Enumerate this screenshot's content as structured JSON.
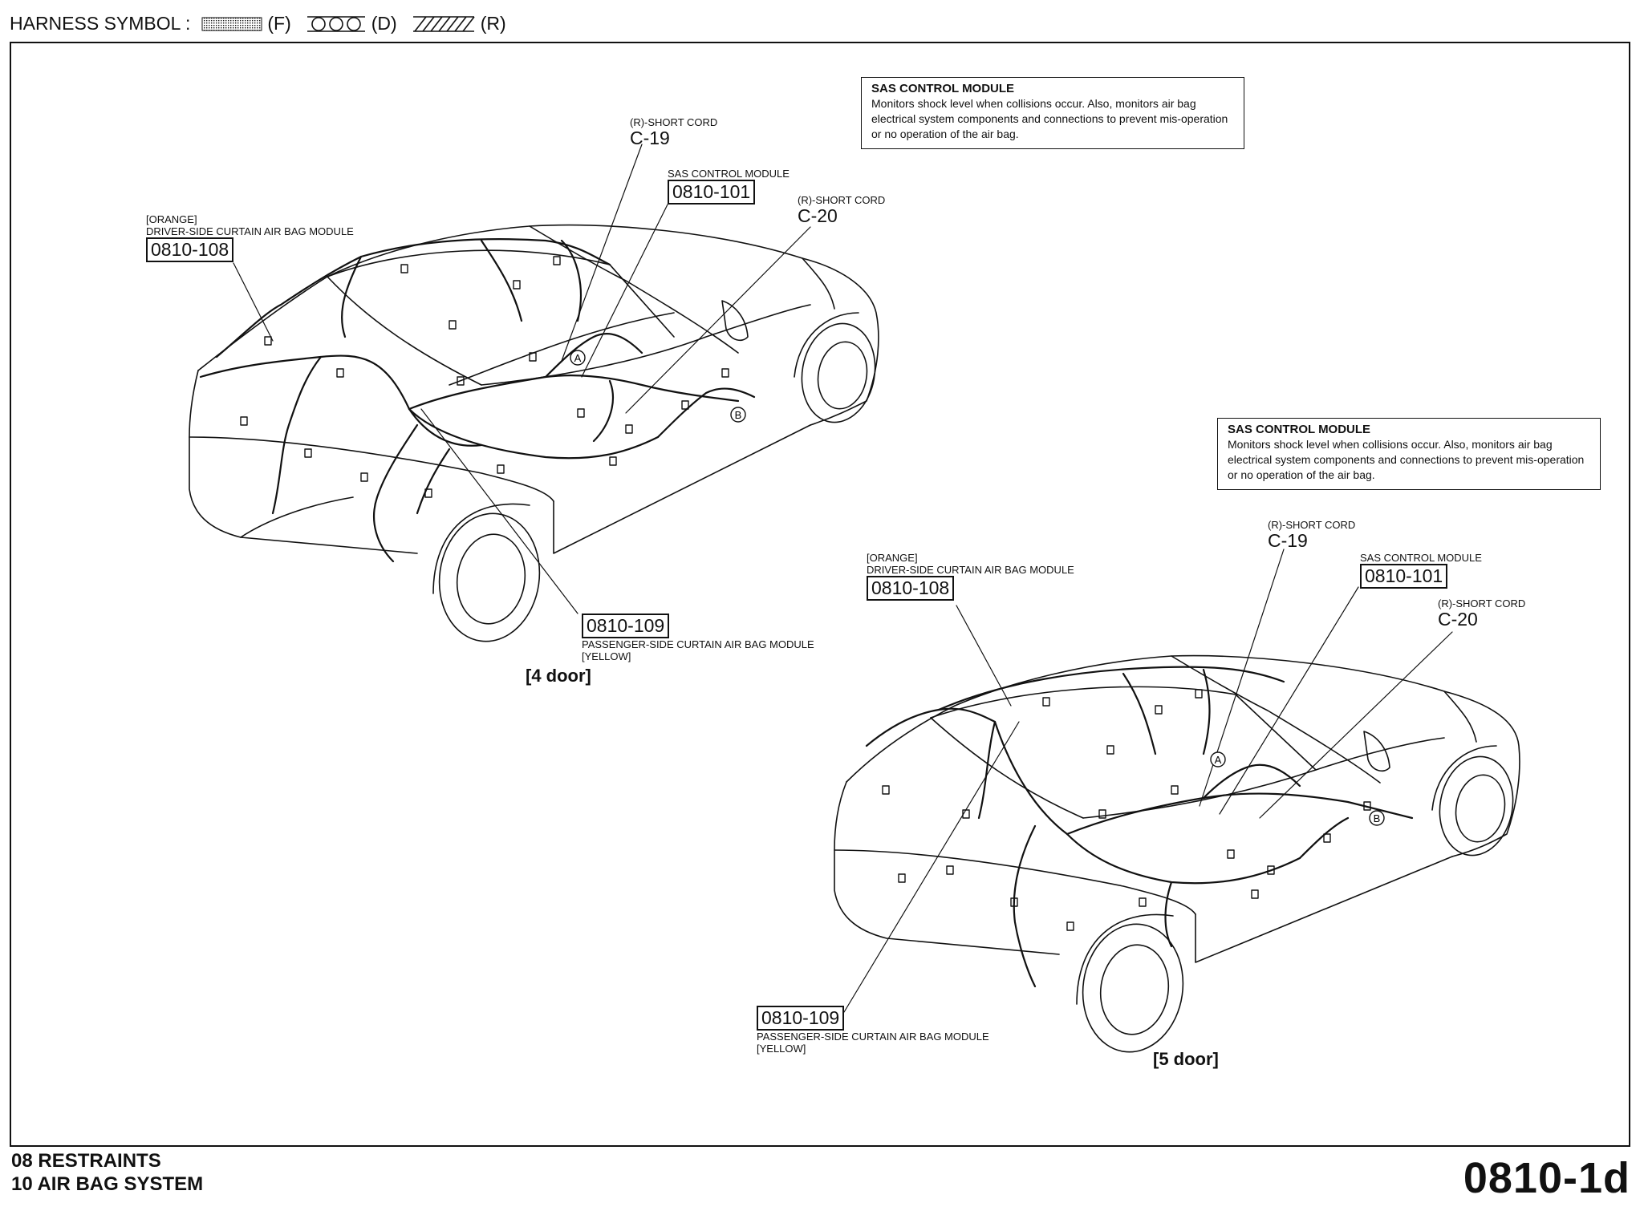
{
  "legend": {
    "label": "HARNESS SYMBOL :",
    "items": [
      {
        "code": "(F)",
        "icon": "dotted-pattern"
      },
      {
        "code": "(D)",
        "icon": "circles-pattern"
      },
      {
        "code": "(R)",
        "icon": "hatched-pattern"
      }
    ]
  },
  "four_door": {
    "info_box": {
      "title": "SAS CONTROL MODULE",
      "text": "Monitors shock level when collisions occur. Also, monitors air bag electrical system components and connections to prevent mis-operation or no operation of the air bag."
    },
    "callouts": {
      "short_cord_c19": {
        "label": "(R)-SHORT CORD",
        "code": "C-19"
      },
      "sas_module": {
        "label": "SAS CONTROL MODULE",
        "code": "0810-101"
      },
      "short_cord_c20": {
        "label": "(R)-SHORT CORD",
        "code": "C-20"
      },
      "driver_curtain": {
        "color": "[ORANGE]",
        "label": "DRIVER-SIDE CURTAIN AIR BAG MODULE",
        "code": "0810-108"
      },
      "passenger_curtain": {
        "code": "0810-109",
        "label": "PASSENGER-SIDE CURTAIN AIR BAG MODULE",
        "color": "[YELLOW]"
      }
    },
    "caption": "[4 door]"
  },
  "five_door": {
    "info_box": {
      "title": "SAS CONTROL MODULE",
      "text": "Monitors shock level when collisions occur. Also, monitors air bag electrical system components and connections to prevent mis-operation or no operation of the air bag."
    },
    "callouts": {
      "short_cord_c19": {
        "label": "(R)-SHORT CORD",
        "code": "C-19"
      },
      "sas_module": {
        "label": "SAS CONTROL MODULE",
        "code": "0810-101"
      },
      "short_cord_c20": {
        "label": "(R)-SHORT CORD",
        "code": "C-20"
      },
      "driver_curtain": {
        "color": "[ORANGE]",
        "label": "DRIVER-SIDE CURTAIN AIR BAG MODULE",
        "code": "0810-108"
      },
      "passenger_curtain": {
        "code": "0810-109",
        "label": "PASSENGER-SIDE CURTAIN AIR BAG MODULE",
        "color": "[YELLOW]"
      }
    },
    "caption": "[5 door]"
  },
  "markers": {
    "a": "A",
    "b": "B"
  },
  "footer": {
    "section": "08  RESTRAINTS",
    "subsection": "10  AIR BAG SYSTEM",
    "page_code": "0810-1d"
  }
}
